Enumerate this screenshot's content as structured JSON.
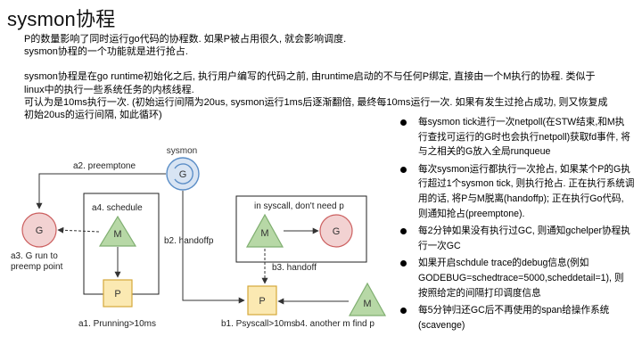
{
  "title": "sysmon协程",
  "intro": {
    "p1": [
      "P的数量影响了同时运行go代码的协程数. 如果P被占用很久, 就会影响调度.",
      "sysmon协程的一个功能就是进行抢占."
    ],
    "p2": [
      "sysmon协程是在go runtime初始化之后, 执行用户编写的代码之前, 由runtime启动的不与任何P绑定, 直接由一个M执行的协程. 类似于",
      "linux中的执行一些系统任务的内核线程.",
      "可认为是10ms执行一次. (初始运行间隔为20us, sysmon运行1ms后逐渐翻倍, 最终每10ms运行一次. 如果有发生过抢占成功, 则又恢复成",
      "初始20us的运行间隔, 如此循环)"
    ]
  },
  "bullets": [
    [
      "每sysmon tick进行一次netpoll(在STW结束,和M执",
      "行查找可运行的G时也会执行netpoll)获取fd事件, 将",
      "与之相关的G放入全局runqueue"
    ],
    [
      "每次sysmon运行都执行一次抢占, 如果某个P的G执",
      "行超过1个sysmon tick, 则执行抢占. 正在执行系统调",
      "用的话, 将P与M脱离(handoffp); 正在执行Go代码,",
      "则通知抢占(preemptone)."
    ],
    [
      "每2分钟如果没有执行过GC, 则通知gchelper协程执",
      "行一次GC"
    ],
    [
      "如果开启schdule trace的debug信息(例如",
      "GODEBUG=schedtrace=5000,scheddetail=1), 则",
      "按照给定的间隔打印调度信息"
    ],
    [
      "每5分钟归还GC后不再使用的span给操作系统",
      "(scavenge)"
    ]
  ],
  "diagram": {
    "sysmon_label": "sysmon",
    "node_g": "G",
    "node_m": "M",
    "node_p": "P",
    "a2": "a2. preemptone",
    "a3": [
      "a3. G run to",
      "preemp point"
    ],
    "a4": "a4. schedule",
    "a1": "a1. Prunning>10ms",
    "b2": "b2. handoffp",
    "syscall_box": "in syscall, don't need p",
    "b3": "b3. handoff",
    "b1": "b1. Psyscall>10ms",
    "b4": "b4. another m find p"
  },
  "colors": {
    "g_stroke": "#cc6060",
    "g_fill": "#f2d2d2",
    "m_stroke": "#7fae70",
    "m_fill": "#b7d8a6",
    "p_stroke": "#d4a83a",
    "p_fill": "#fbe9b2",
    "sysmon_stroke": "#5b8ec7",
    "sysmon_fill": "#d8e4f3"
  }
}
